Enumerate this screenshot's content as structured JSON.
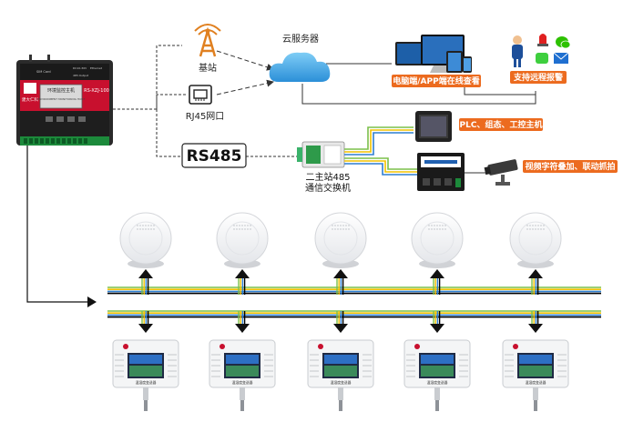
{
  "colors": {
    "accent_orange": "#ec6b1f",
    "cloud_blue": "#3aa3e3",
    "controller_red": "#c8102e",
    "controller_dark": "#1e1e1e",
    "bus_green": "#7cc04a",
    "bus_yellow": "#f2c200",
    "bus_blue": "#2f7fd1",
    "bus_black": "#000000"
  },
  "controller": {
    "brand": "建大仁科",
    "name": "环境监控主机",
    "name_en": "ENVIRONMENT MONITORING HOST",
    "model": "RS-XZJ-100",
    "sim_label": "SIM Card",
    "port_labels": [
      "DC10-30V",
      "Ethernet",
      "485 Output"
    ]
  },
  "network": {
    "base_station_label": "基站",
    "rj45_label": "RJ45网口",
    "cloud_label": "云服务器",
    "rs485_label": "RS485",
    "switch_label_line1": "二主站485",
    "switch_label_line2": "通信交换机"
  },
  "badges": {
    "view_online": "电脑端/APP端在线查看",
    "remote_alarm": "支持远程报警",
    "plc": "PLC、组态、工控主机",
    "video_overlay": "视频字符叠加、联动抓拍"
  },
  "icons": {
    "base_station": "cell-tower-icon",
    "rj45": "ethernet-port-icon",
    "cloud": "cloud-icon",
    "devices": "computer-tablet-phone-icon",
    "alarm_person": "person-alarm-icon",
    "wechat": "wechat-icon",
    "message": "message-icon",
    "mail": "mail-icon",
    "siren": "siren-icon",
    "touch_panel": "touch-panel-icon",
    "video_box": "video-overlay-box-icon",
    "camera": "cctv-camera-icon",
    "sensor": "ceiling-sensor-icon",
    "meter": "th-transmitter-icon"
  },
  "sensors_count": 5,
  "meters": {
    "title": "温湿度变送器",
    "count": 5
  }
}
